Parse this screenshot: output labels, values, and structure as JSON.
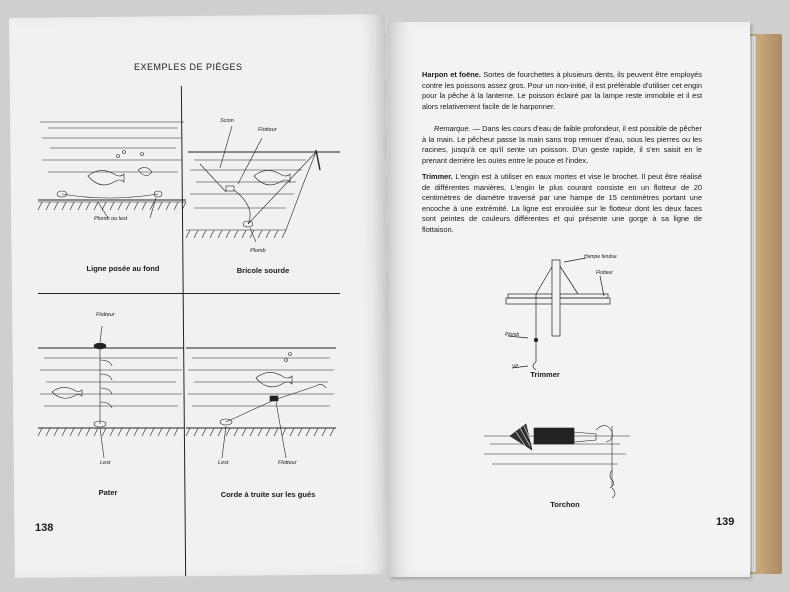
{
  "left_page": {
    "title": "EXEMPLES DE PIÈGES",
    "page_number": "138",
    "cells": [
      {
        "label": "Ligne posée au fond",
        "annotations": [
          "Plomb ou lest"
        ]
      },
      {
        "label": "Bricole sourde",
        "annotations": [
          "Scion",
          "Flotteur",
          "Plomb"
        ]
      },
      {
        "label": "Pater",
        "annotations": [
          "Flotteur",
          "Lest"
        ]
      },
      {
        "label": "Corde à truite sur les gués",
        "annotations": [
          "Lest",
          "Flotteur"
        ]
      }
    ]
  },
  "right_page": {
    "page_number": "139",
    "para1_head": "Harpon et foëne.",
    "para1_body": " Sortes de fourchettes à plusieurs dents, ils peuvent être employés contre les poissons assez gros. Pour un non-initié, il est préférable d'utiliser cet engin pour la pêche à la lanterne. Le poisson éclairé par la lampe reste immobile et il est alors relativement facile de le harponner.",
    "para2_head": "Remarque.",
    "para2_body": " — Dans les cours d'eau de faible profondeur, il est possible de pêcher à la main. Le pêcheur passe la main sans trop remuer d'eau, sous les pierres ou les racines, jusqu'à ce qu'il sente un poisson. D'un geste rapide, il s'en saisit en le prenant derrière les ouïes entre le pouce et l'index.",
    "para3_head": "Trimmer.",
    "para3_body": " L'engin est à utiliser en eaux mortes et vise le brochet. Il peut être réalisé de différentes manières. L'engin le plus courant consiste en un flotteur de 20 centimètres de diamètre traversé par une hampe de 15 centimètres portant une encoche à une extrémité. La ligne est enroulée sur le flotteur dont les deux faces sont peintes de couleurs différentes et qui présente une gorge à sa ligne de flottaison.",
    "trimmer": {
      "label": "Trimmer",
      "annotations": [
        "Hampe fendue",
        "Flotteur",
        "Plomb",
        "Vif"
      ]
    },
    "torchon": {
      "label": "Torchon"
    }
  }
}
